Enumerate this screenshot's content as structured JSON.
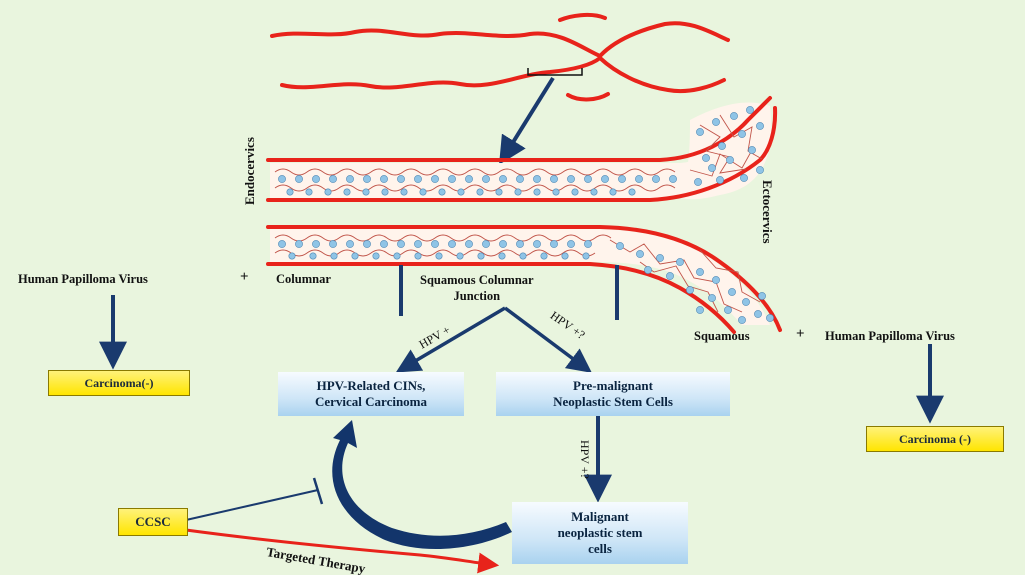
{
  "labels": {
    "endocervix": "Endocervics",
    "ectocervix": "Ectocervics",
    "hpv_left": "Human Papilloma Virus",
    "plus_left": "+",
    "columnar": "Columnar",
    "scj": "Squamous Columnar\nJunction",
    "squamous": "Squamous",
    "plus_right": "+",
    "hpv_right": "Human Papilloma Virus",
    "hpv_plus": "HPV +",
    "hpv_plus_q1": "HPV +?",
    "hpv_plus_q2": "HPV +?",
    "targeted_therapy": "Targeted Therapy"
  },
  "boxes": {
    "carcinoma_left": "Carcinoma(-)",
    "carcinoma_right": "Carcinoma (-)",
    "hpv_cins": "HPV-Related CINs,\nCervical Carcinoma",
    "premalignant": "Pre-malignant\nNeoplastic Stem Cells",
    "malignant": "Malignant\nneoplastic stem\ncells",
    "ccsc": "CCSC"
  },
  "colors": {
    "background": "#e9f5de",
    "vessel_red": "#e8231b",
    "arrow_navy": "#1a3a6e",
    "cell_blue": "#8fc4e6",
    "yellow_box": "#ffe500",
    "blue_box": "#bddcf3"
  }
}
